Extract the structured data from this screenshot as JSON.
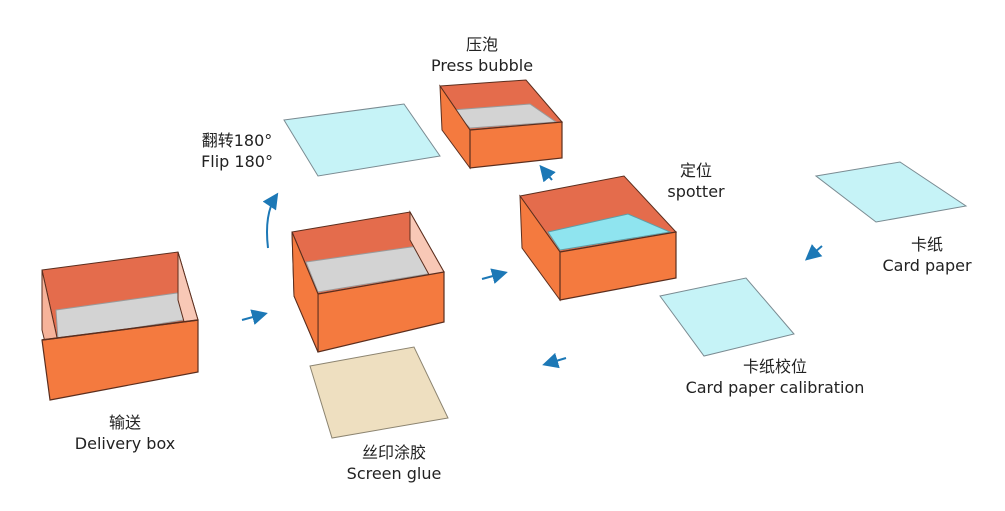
{
  "colors": {
    "box_face": "#f47a3f",
    "box_inner": "#e46c4c",
    "box_edge": "#5b2e1e",
    "box_floor_grey": "#d3d3d3",
    "box_floor_blue": "#8fe4ef",
    "card_paper": "#c6f3f7",
    "card_edge": "#7a8b92",
    "glue_paper": "#eedfc0",
    "arrow": "#1c78b6"
  },
  "labels": {
    "delivery": {
      "zh": "输送",
      "en": "Delivery box"
    },
    "screen_glue": {
      "zh": "丝印涂胶",
      "en": "Screen glue"
    },
    "flip": {
      "zh": "翻转180°",
      "en": "Flip 180°"
    },
    "press": {
      "zh": "压泡",
      "en": "Press bubble"
    },
    "spotter": {
      "zh": "定位",
      "en": "spotter"
    },
    "card_paper": {
      "zh": "卡纸",
      "en": "Card paper"
    },
    "calibration": {
      "zh": "卡纸校位",
      "en": "Card paper calibration"
    }
  }
}
